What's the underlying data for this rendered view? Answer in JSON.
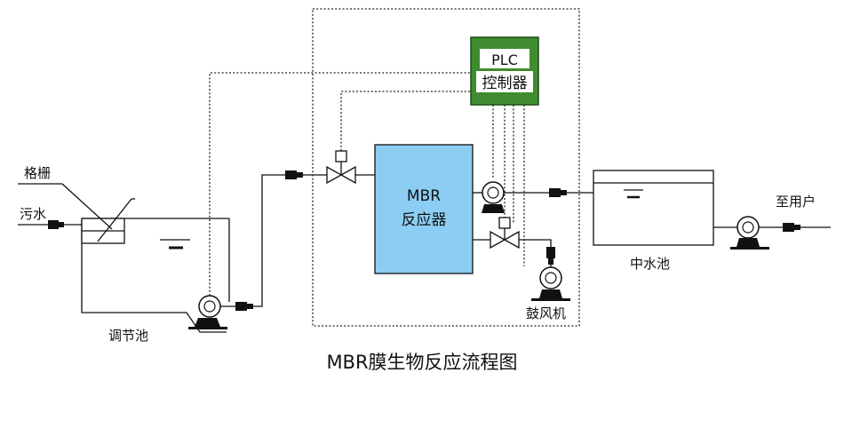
{
  "diagram": {
    "caption": "MBR膜生物反应流程图",
    "labels": {
      "grille": "格栅",
      "sewage": "污水",
      "regulating_tank": "调节池",
      "plc_line1": "PLC",
      "plc_line2": "控制器",
      "mbr_line1": "MBR",
      "mbr_line2": "反应器",
      "blower": "鼓风机",
      "reclaimed_tank": "中水池",
      "to_user": "至用户"
    },
    "colors": {
      "plc_fill": "#3f8b30",
      "plc_inner": "#ffffff",
      "mbr_fill": "#8ccdf3",
      "line": "#111111"
    },
    "icons": [
      "pump-icon",
      "valve-icon",
      "flow-meter-icon",
      "grille-icon",
      "water-level-icon"
    ]
  }
}
